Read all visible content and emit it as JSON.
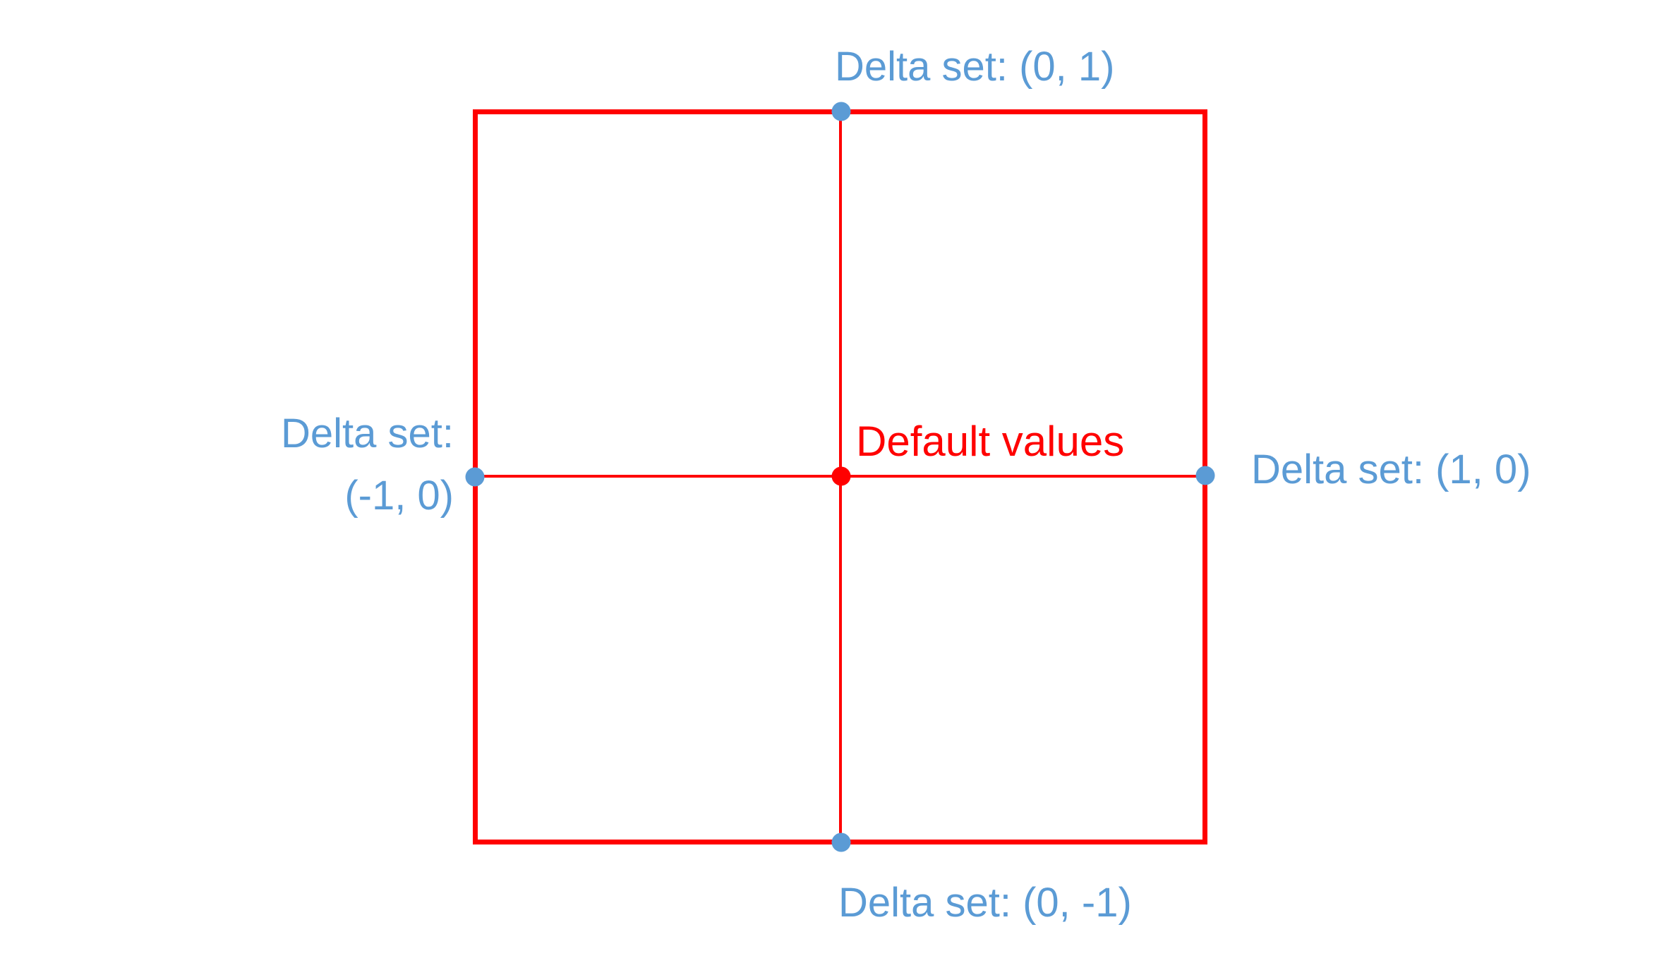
{
  "colors": {
    "background": "#ffffff",
    "red": "#ff0000",
    "blue": "#5b9bd5"
  },
  "labels": {
    "top": "Delta set: (0, 1)",
    "right": "Delta set: (1, 0)",
    "bottom": "Delta set: (0, -1)",
    "left_line1": "Delta set:",
    "left_line2": "(-1, 0)",
    "center": "Default values"
  },
  "points": [
    {
      "position": "top",
      "delta": [
        0,
        1
      ],
      "dot_color": "#5b9bd5"
    },
    {
      "position": "right",
      "delta": [
        1,
        0
      ],
      "dot_color": "#5b9bd5"
    },
    {
      "position": "bottom",
      "delta": [
        0,
        -1
      ],
      "dot_color": "#5b9bd5"
    },
    {
      "position": "left",
      "delta": [
        -1,
        0
      ],
      "dot_color": "#5b9bd5"
    },
    {
      "position": "center",
      "label": "Default values",
      "dot_color": "#ff0000"
    }
  ]
}
